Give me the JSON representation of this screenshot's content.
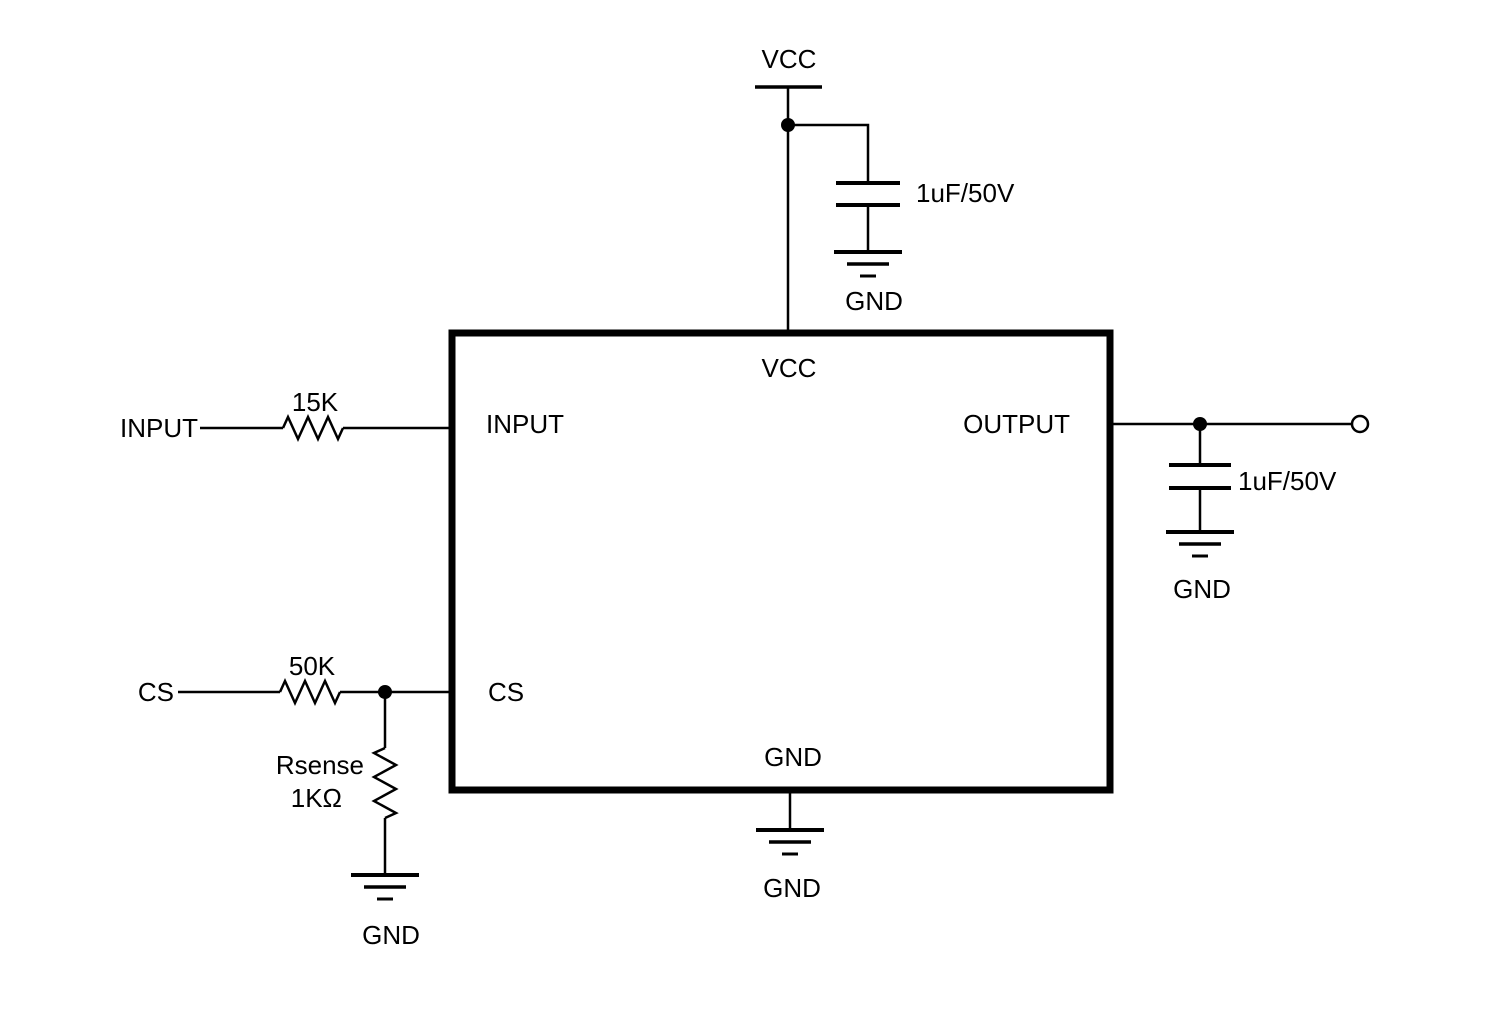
{
  "diagram": {
    "type": "circuit-schematic",
    "colors": {
      "line": "#000000",
      "background": "#ffffff"
    },
    "power": {
      "vcc_rail": "VCC"
    },
    "terminals": {
      "input": "INPUT",
      "cs": "CS"
    },
    "ic": {
      "pin_vcc": "VCC",
      "pin_input": "INPUT",
      "pin_output": "OUTPUT",
      "pin_cs": "CS",
      "pin_gnd": "GND"
    },
    "resistors": {
      "input_series": "15K",
      "cs_series": "50K",
      "sense_name": "Rsense",
      "sense_value": "1KΩ"
    },
    "capacitors": {
      "vcc_bypass": "1uF/50V",
      "output_filter": "1uF/50V"
    },
    "grounds": {
      "vcc_cap": "GND",
      "sense": "GND",
      "ic": "GND",
      "output_cap": "GND"
    }
  }
}
